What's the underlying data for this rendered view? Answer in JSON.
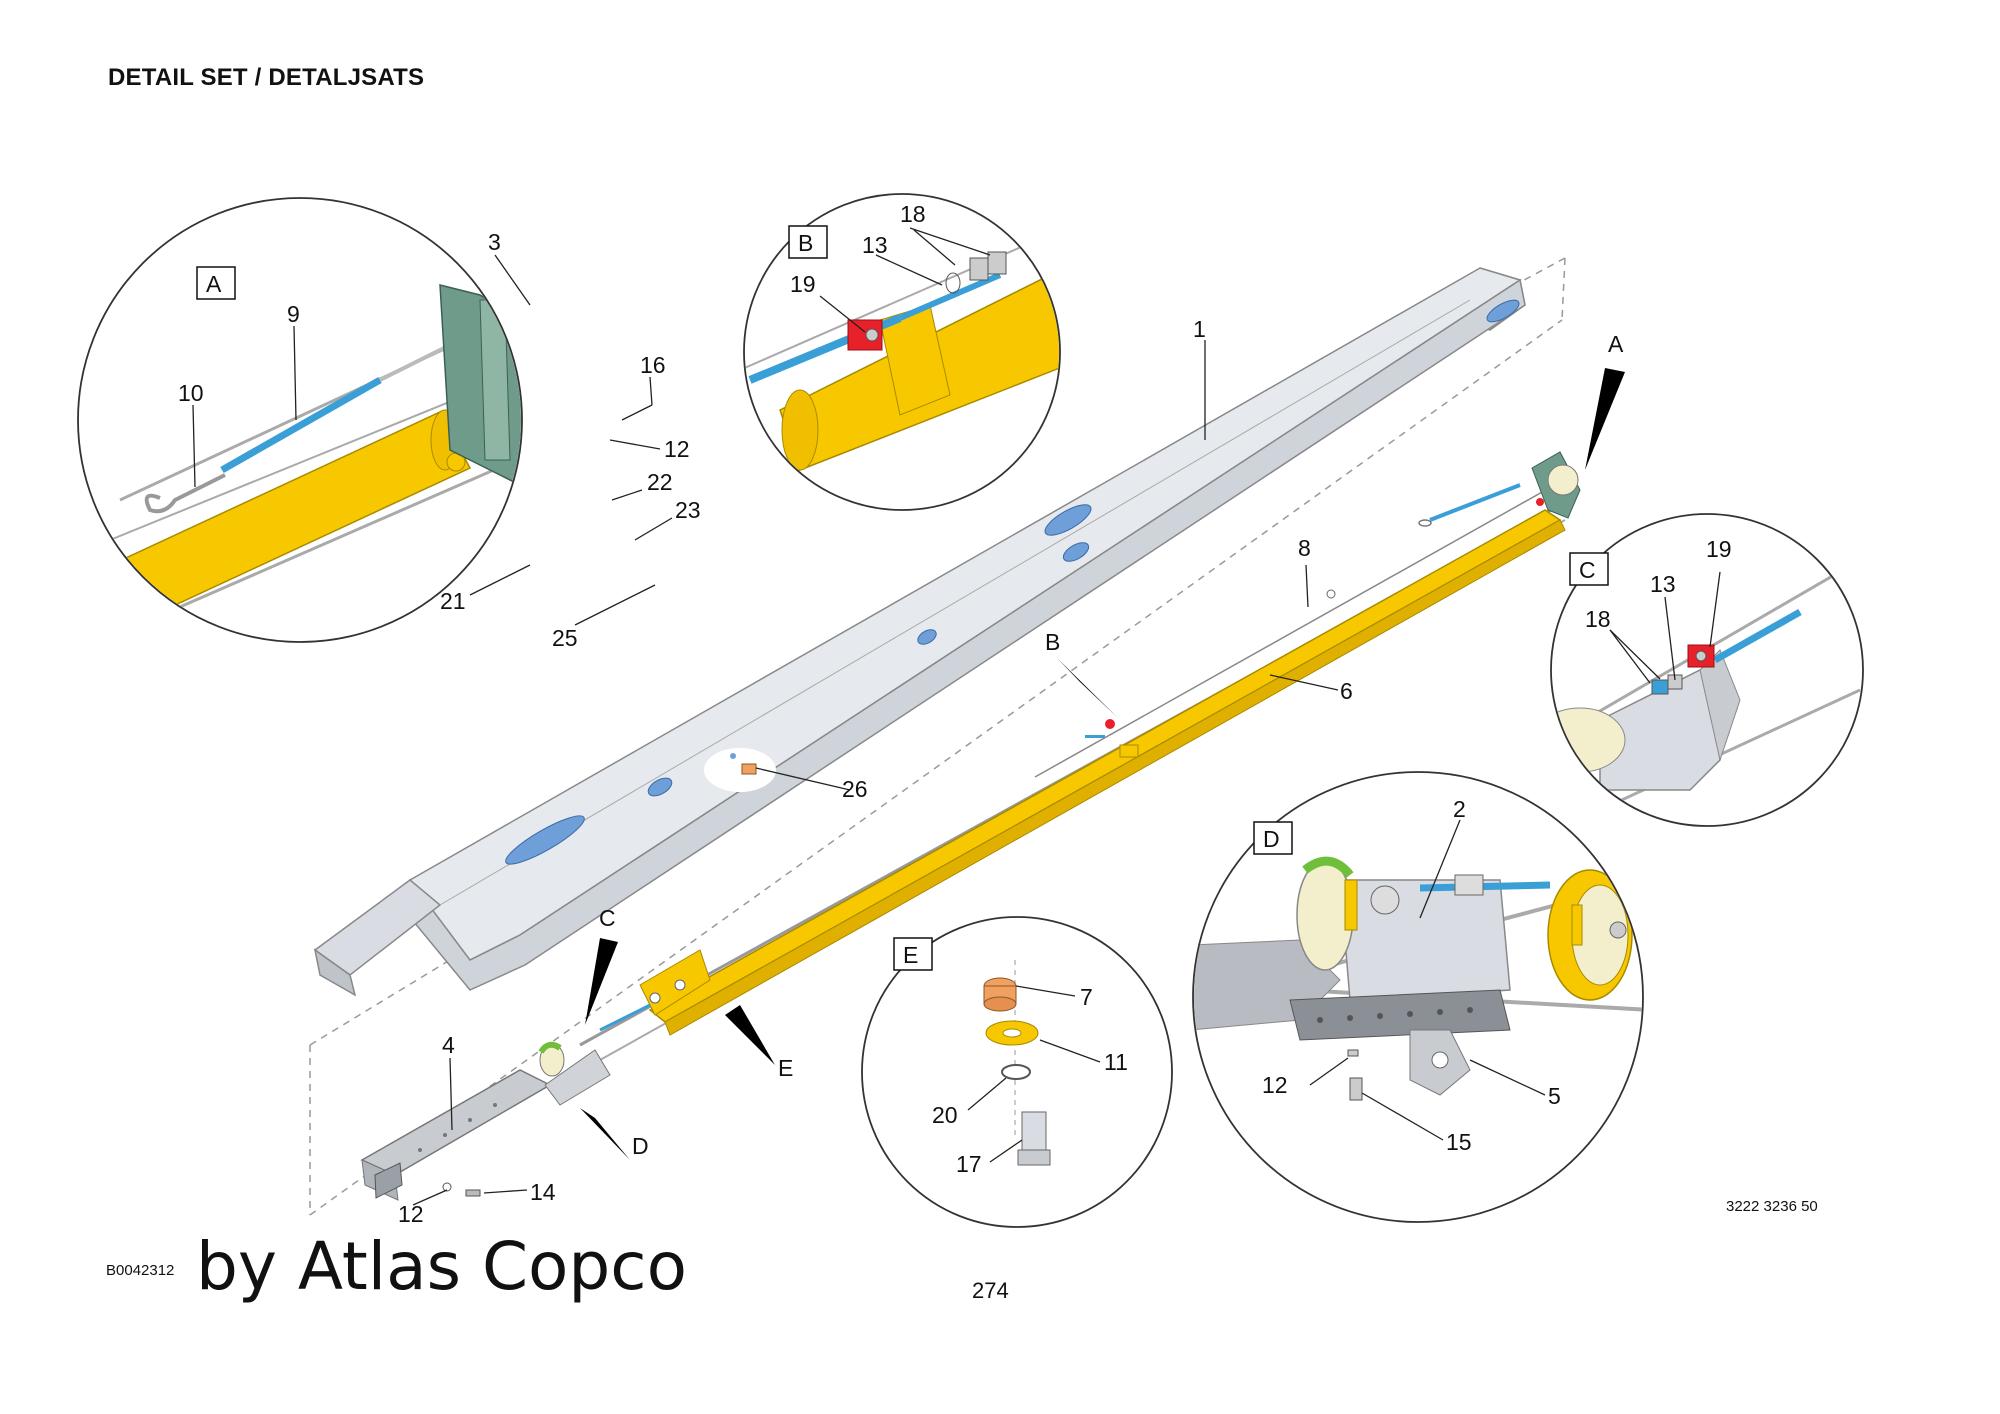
{
  "page": {
    "title": "DETAIL SET / DETALJSATS",
    "figure_id": "B0042312",
    "watermark": "by Atlas Copco",
    "page_number": "274",
    "part_number": "3222 3236 50"
  },
  "detail_views": [
    "A",
    "B",
    "C",
    "D",
    "E"
  ],
  "callouts": {
    "n1": "1",
    "n2": "2",
    "n3": "3",
    "n4": "4",
    "n5": "5",
    "n6": "6",
    "n7": "7",
    "n8": "8",
    "n9": "9",
    "n10": "10",
    "n11": "11",
    "n12a": "12",
    "n12b": "12",
    "n12c": "12",
    "n13b": "13",
    "n13c": "13",
    "n14": "14",
    "n15": "15",
    "n16": "16",
    "n17": "17",
    "n18b": "18",
    "n18c": "18",
    "n19b": "19",
    "n19c": "19",
    "n20": "20",
    "n21": "21",
    "n22": "22",
    "n23": "23",
    "n25": "25",
    "n26": "26"
  },
  "colors": {
    "boom_yellow": "#f7c800",
    "frame_grey": "#d9dde3",
    "slot_blue": "#6f9fd8",
    "rod_blue": "#3a9fd6",
    "bracket_green": "#6f9c8a",
    "red_part": "#e8202a",
    "orange_bushing": "#f0a060",
    "pulley_cream": "#f3eecc"
  }
}
